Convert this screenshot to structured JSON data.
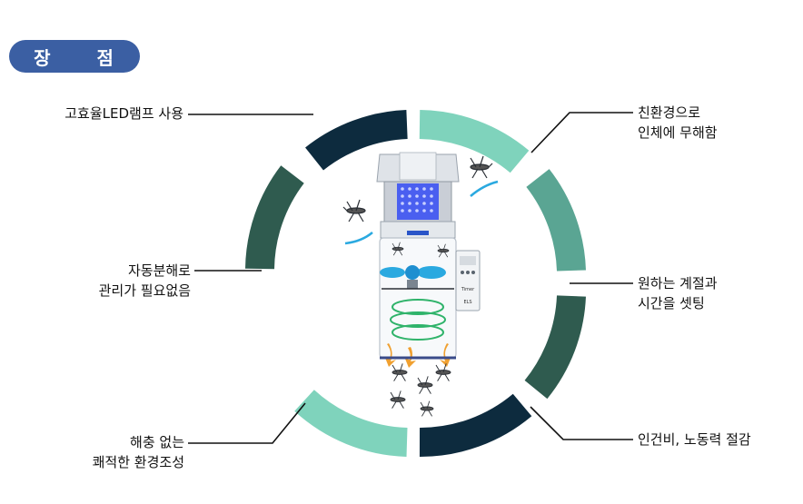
{
  "badge": {
    "label": "장 점"
  },
  "labels": {
    "top_left": [
      "고효율LED램프 사용"
    ],
    "mid_left": [
      "자동분해로",
      "관리가 필요없음"
    ],
    "bottom_left": [
      "해충 없는",
      "쾌적한 환경조성"
    ],
    "top_right": [
      "친환경으로",
      "인체에 무해함"
    ],
    "mid_right": [
      "원하는 계절과",
      "시간을 셋팅"
    ],
    "bottom_right": [
      "인건비, 노동력 절감"
    ]
  },
  "colors": {
    "badge": "#3b5fa3",
    "dark_navy": "#0d2b3e",
    "dark_green": "#2f5b4f",
    "mint": "#7fd3bc",
    "teal": "#5aa593",
    "uv_blue": "#4a5ff0",
    "fan_blue": "#2aa9e0",
    "swirl_green": "#2fb36a",
    "arrow_orange": "#f0a030"
  },
  "device": {
    "timer_labels": [
      "Timer",
      "ELS"
    ]
  }
}
